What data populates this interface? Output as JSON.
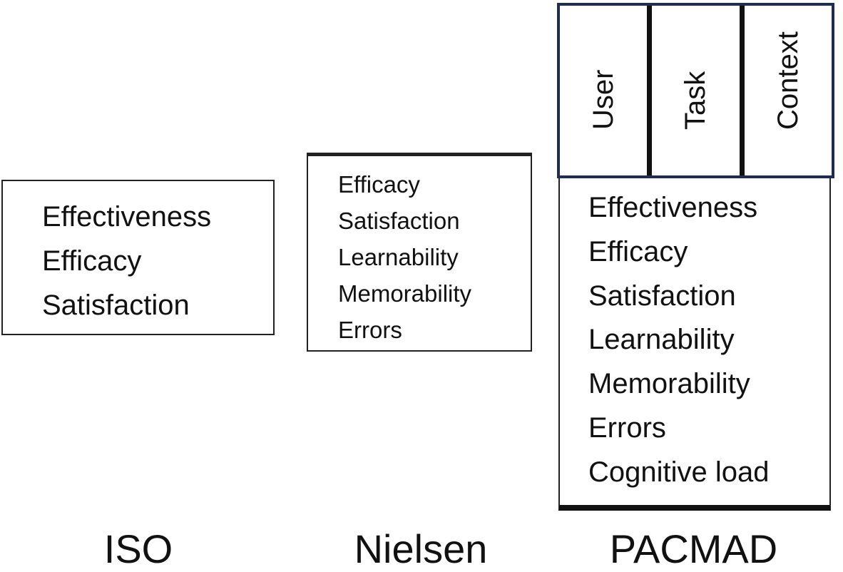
{
  "iso": {
    "title": "ISO",
    "attributes": [
      "Effectiveness",
      "Efficacy",
      "Satisfaction"
    ]
  },
  "nielsen": {
    "title": "Nielsen",
    "attributes": [
      "Efficacy",
      "Satisfaction",
      "Learnability",
      "Memorability",
      "Errors"
    ]
  },
  "pacmad": {
    "title": "PACMAD",
    "context_factors": [
      "User",
      "Task",
      "Context"
    ],
    "attributes": [
      "Effectiveness",
      "Efficacy",
      "Satisfaction",
      "Learnability",
      "Memorability",
      "Errors",
      "Cognitive load"
    ]
  },
  "colors": {
    "context_box_border": "#1f2d52",
    "box_border": "#222222",
    "text": "#111111"
  }
}
